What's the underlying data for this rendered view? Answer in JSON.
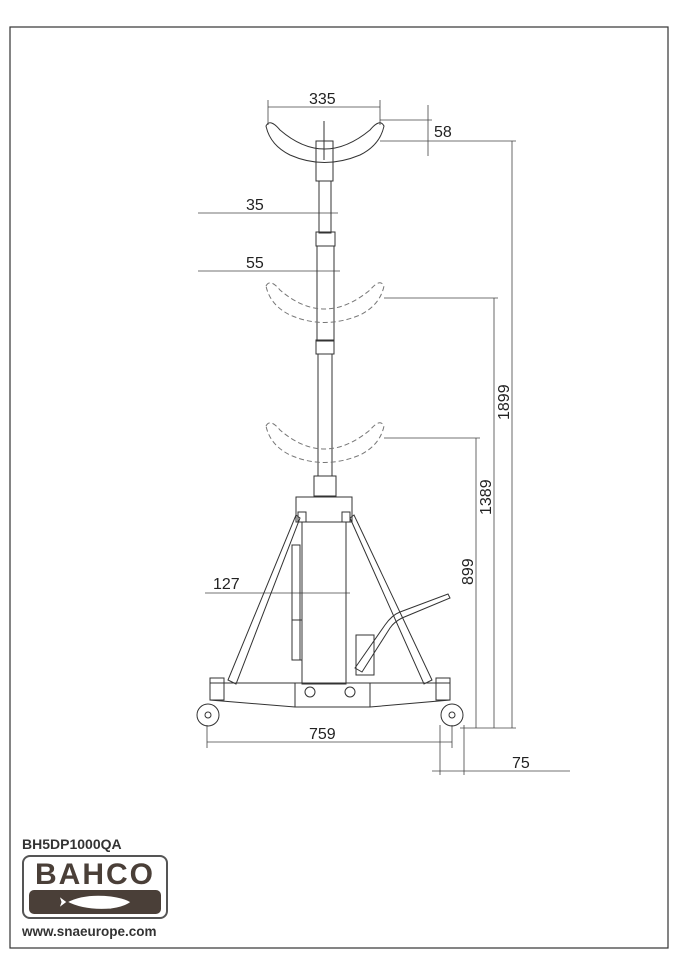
{
  "product": {
    "model": "BH5DP1000QA",
    "brand": "BAHCO",
    "website": "www.snaeurope.com"
  },
  "dimensions": {
    "saddle_width": "335",
    "saddle_depth": "58",
    "post_diameter_top": "35",
    "post_diameter_mid": "55",
    "max_height": "1899",
    "mid_height": "1389",
    "min_height": "899",
    "column_offset": "127",
    "base_width": "759",
    "wheel_width": "75"
  }
}
